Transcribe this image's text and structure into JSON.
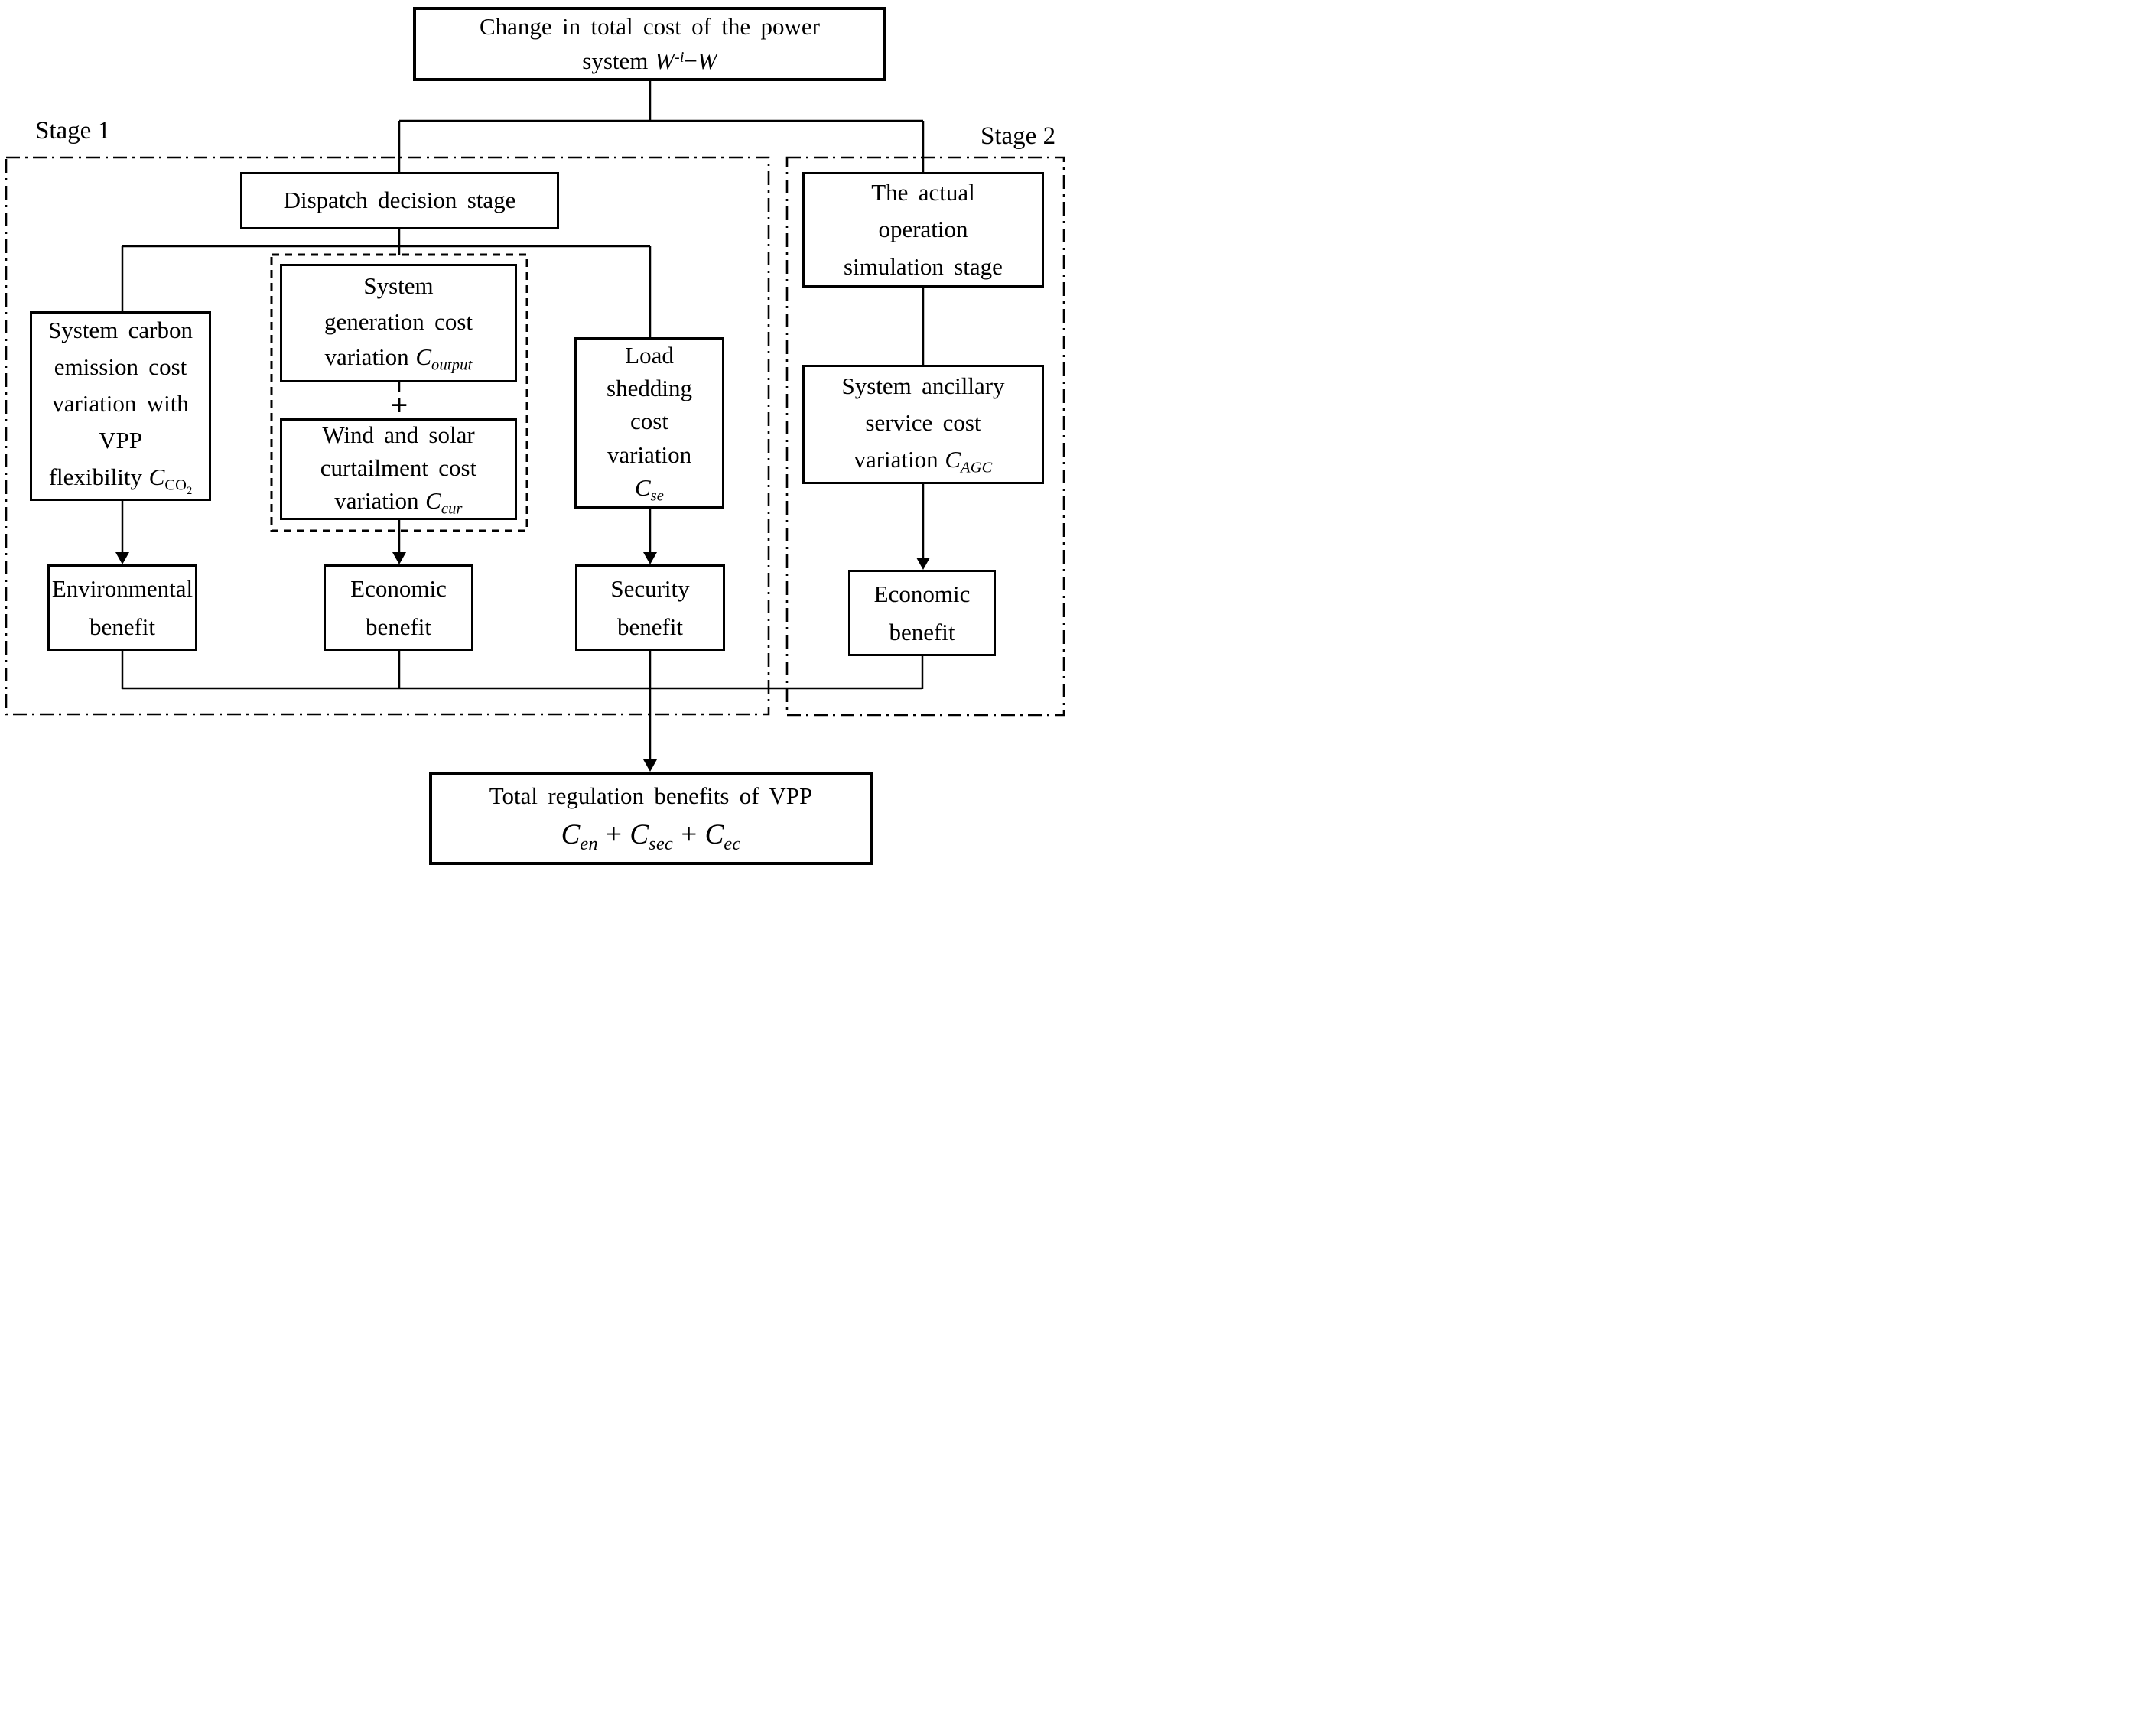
{
  "colors": {
    "ink": "#000000",
    "background": "#ffffff"
  },
  "stage1": {
    "label": "Stage 1"
  },
  "stage2": {
    "label": "Stage 2"
  },
  "top_box": {
    "line1": "Change in total cost of the power",
    "line2_prefix": "system",
    "w1": "W",
    "w1_sup": "-i",
    "minus": "−",
    "w2": "W"
  },
  "dispatch_box": {
    "label": "Dispatch decision stage"
  },
  "carbon_box": {
    "line1": "System carbon",
    "line2": "emission cost",
    "line3": "variation with",
    "line4": "VPP",
    "line5_prefix": "flexibility",
    "sym": "C",
    "sub": "CO",
    "subsub": "2"
  },
  "generation_box": {
    "line1": "System",
    "line2": "generation cost",
    "line3_prefix": "variation",
    "sym": "C",
    "sub": "output"
  },
  "group_plus": "+",
  "curtailment_box": {
    "line1": "Wind and solar",
    "line2": "curtailment cost",
    "line3_prefix": "variation",
    "sym": "C",
    "sub": "cur"
  },
  "load_box": {
    "line1": "Load",
    "line2": "shedding",
    "line3": "cost",
    "line4": "variation",
    "sym": "C",
    "sub": "se"
  },
  "actual_box": {
    "line1": "The actual",
    "line2": "operation",
    "line3": "simulation stage"
  },
  "ancillary_box": {
    "line1": "System ancillary",
    "line2": "service cost",
    "line3_prefix": "variation",
    "sym": "C",
    "sub": "AGC"
  },
  "benefits": {
    "environmental": {
      "line1": "Environmental",
      "line2": "benefit"
    },
    "economic1": {
      "line1": "Economic",
      "line2": "benefit"
    },
    "security": {
      "line1": "Security",
      "line2": "benefit"
    },
    "economic2": {
      "line1": "Economic",
      "line2": "benefit"
    }
  },
  "total_box": {
    "line1": "Total regulation benefits of VPP",
    "plus": "+",
    "terms": [
      {
        "sym": "C",
        "sub": "en"
      },
      {
        "sym": "C",
        "sub": "sec"
      },
      {
        "sym": "C",
        "sub": "ec"
      }
    ]
  }
}
